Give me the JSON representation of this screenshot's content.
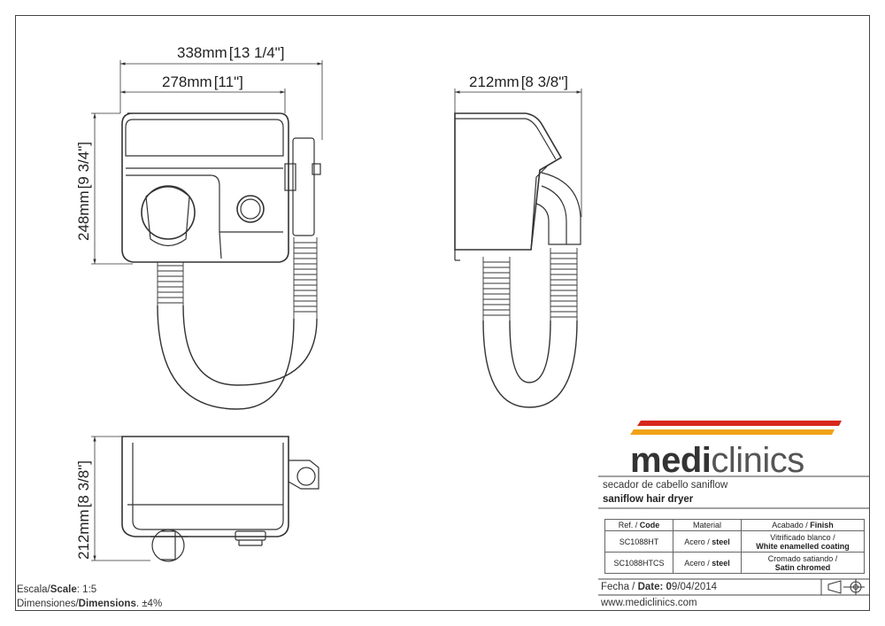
{
  "dimensions": {
    "width_top": "338mm",
    "width_top_in": "13 1/4\"",
    "width_front": "278mm",
    "width_front_in": "11\"",
    "height_front": "248mm",
    "height_front_in": "9 3/4\"",
    "depth_side": "212mm",
    "depth_side_in": "8 3/8\"",
    "depth_top": "212mm",
    "depth_top_in": "8 3/8\""
  },
  "brand": {
    "bold": "medi",
    "light": "clinics"
  },
  "stripe_colors": [
    "#d8261c",
    "#f0a219"
  ],
  "description": {
    "es_prefix": "secador de cabello",
    "es_model": "saniflow",
    "en": "saniflow hair dryer"
  },
  "ref_table": {
    "headers": {
      "ref_es": "Ref. / ",
      "ref_en": "Code",
      "material": "Material",
      "finish_es": "Acabado / ",
      "finish_en": "Finish"
    },
    "rows": [
      {
        "code": "SC1088HT",
        "material_es": "Acero / ",
        "material_en": "steel",
        "finish_es": "Vitrificado blanco /",
        "finish_en": "White enamelled coating"
      },
      {
        "code": "SC1088HTCS",
        "material_es": "Acero / ",
        "material_en": "steel",
        "finish_es": "Cromado satiando /",
        "finish_en": "Satin chromed"
      }
    ]
  },
  "date": {
    "label_es": "Fecha / ",
    "label_en": "Date: ",
    "value_bold": "0",
    "value": "9/04/2014"
  },
  "website": "www.mediclinics.com",
  "scale": {
    "label_es": "Escala/",
    "label_en": "Scale",
    "value": ":  1:5"
  },
  "tolerance": {
    "label_es": "Dimensiones/",
    "label_en": "Dimensions",
    "value": ".  ±4%"
  }
}
